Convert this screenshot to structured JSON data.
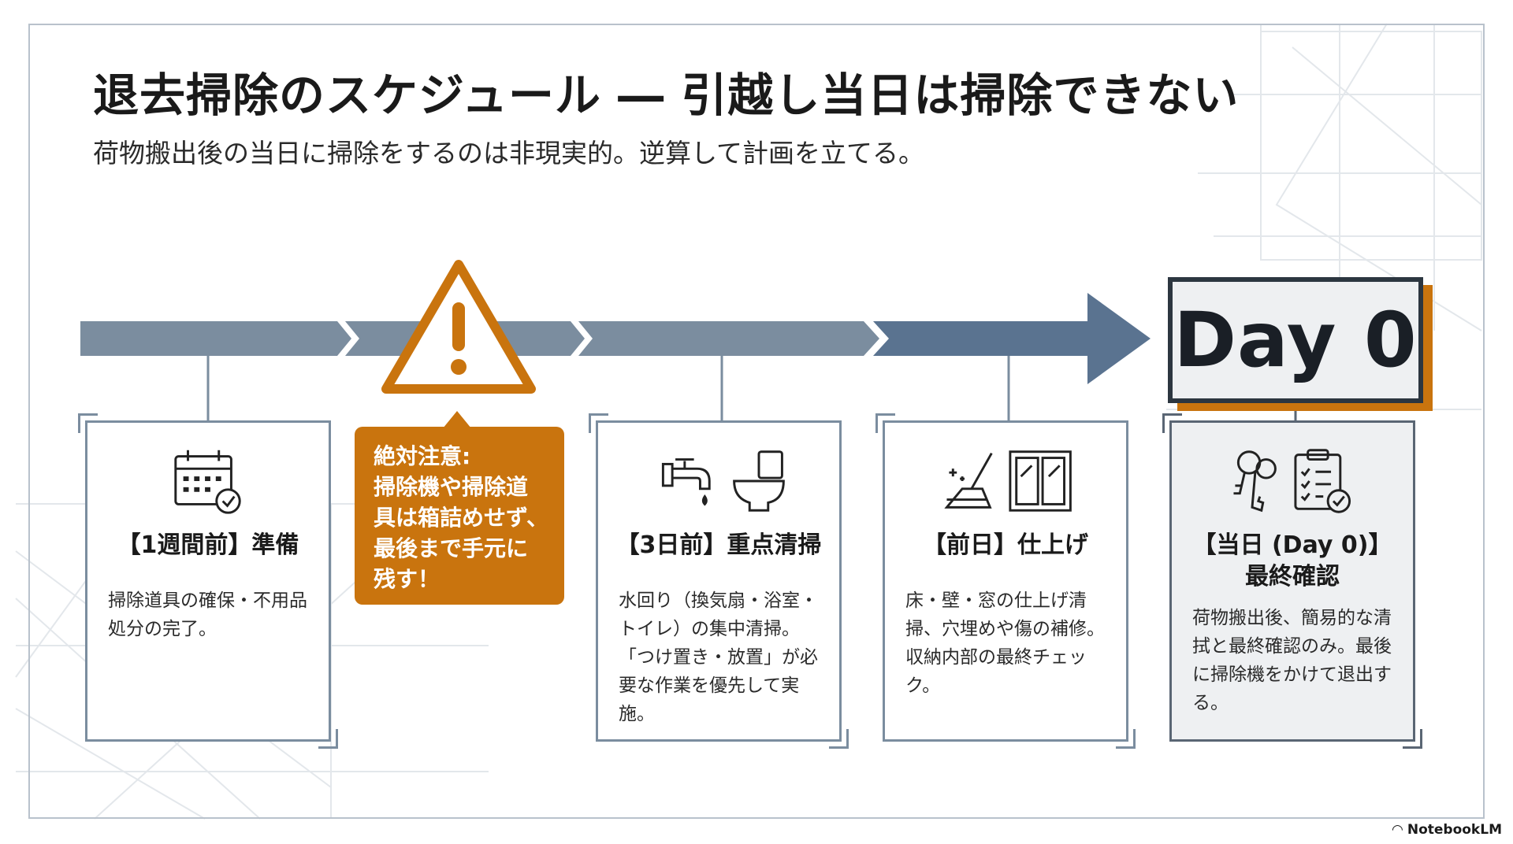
{
  "title": "退去掃除のスケジュール ― 引越し当日は掃除できない",
  "subtitle": "荷物搬出後の当日に掃除をするのは非現実的。逆算して計画を立てる。",
  "warning": {
    "lines": [
      "絶対注意:",
      "掃除機や掃除道",
      "具は箱詰めせず、",
      "最後まで手元に",
      "残す！"
    ]
  },
  "day0_label": "Day 0",
  "steps": [
    {
      "title": "【1週間前】準備",
      "body": "掃除道具の確保・不用品処分の完了。",
      "icons": [
        "calendar-check-icon"
      ]
    },
    {
      "title": "【3日前】重点清掃",
      "body": "水回り（換気扇・浴室・トイレ）の集中清掃。「つけ置き・放置」が必要な作業を優先して実施。",
      "icons": [
        "faucet-icon",
        "toilet-icon"
      ]
    },
    {
      "title": "【前日】仕上げ",
      "body": "床・壁・窓の仕上げ清掃、穴埋めや傷の補修。収納内部の最終チェック。",
      "icons": [
        "broom-icon",
        "window-icon"
      ]
    },
    {
      "title_line1": "【当日 (Day 0)】",
      "title_line2": "最終確認",
      "body": "荷物搬出後、簡易的な清拭と最終確認のみ。最後に掃除機をかけて退出する。",
      "icons": [
        "keys-icon",
        "checklist-icon"
      ]
    }
  ],
  "brand": "NotebookLM",
  "colors": {
    "accent": "#c9740e",
    "arrow": "#7b8d9f",
    "arrow_dark": "#5a7390",
    "card_border": "#7b8d9f",
    "dark": "#2c3640"
  }
}
